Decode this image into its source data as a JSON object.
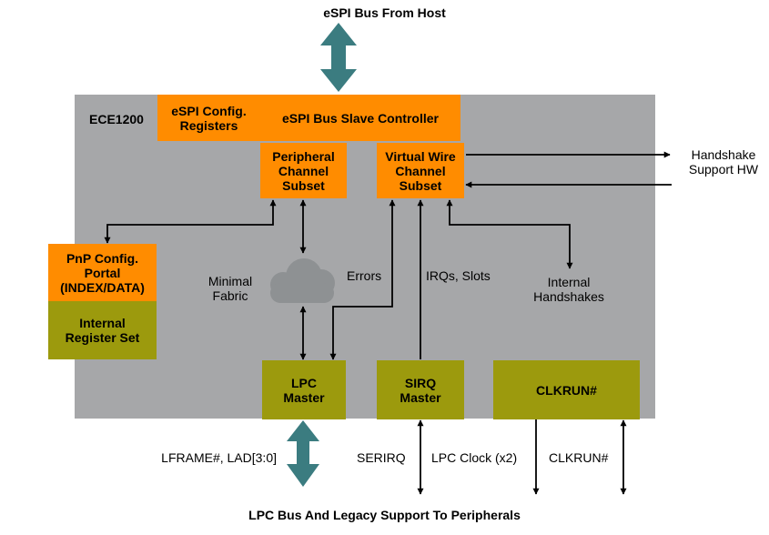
{
  "top_title": "eSPI Bus From Host",
  "bottom_title": "LPC Bus And Legacy Support To Peripherals",
  "chip_label": "ECE1200",
  "blocks": {
    "espi_config": "eSPI Config.\nRegisters",
    "espi_slave": "eSPI Bus Slave Controller",
    "peripheral_channel": "Peripheral\nChannel\nSubset",
    "virtual_wire": "Virtual Wire\nChannel\nSubset",
    "pnp_portal": "PnP Config.\nPortal\n(INDEX/DATA)",
    "internal_register": "Internal\nRegister Set",
    "lpc_master": "LPC\nMaster",
    "sirq_master": "SIRQ\nMaster",
    "clkrun": "CLKRUN#"
  },
  "labels": {
    "minimal_fabric": "Minimal\nFabric",
    "errors": "Errors",
    "irqs_slots": "IRQs, Slots",
    "internal_handshakes": "Internal\nHandshakes",
    "handshake_hw": "Handshake\nSupport HW",
    "lframe": "LFRAME#, LAD[3:0]",
    "serirq": "SERIRQ",
    "lpc_clock": "LPC Clock (x2)",
    "clkrun_signal": "CLKRUN#"
  },
  "colors": {
    "chip": "#a6a7a9",
    "orange": "#ff8c00",
    "olive": "#9c9a0d",
    "bus_arrow": "#3b7c80",
    "cloud": "#8e9193"
  }
}
